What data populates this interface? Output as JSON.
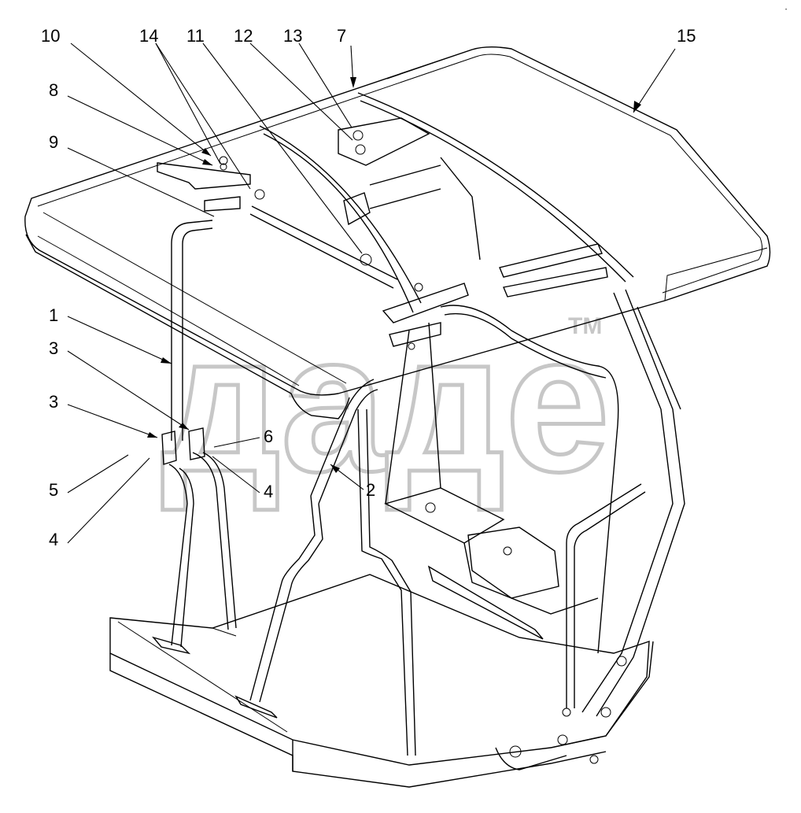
{
  "watermark": {
    "text": "даде",
    "trademark": "TM",
    "color": "#d8d8d8"
  },
  "callouts": [
    "10",
    "14",
    "11",
    "12",
    "13",
    "7",
    "15",
    "8",
    "9",
    "1",
    "3",
    "3",
    "5",
    "4",
    "6",
    "4",
    "2"
  ]
}
